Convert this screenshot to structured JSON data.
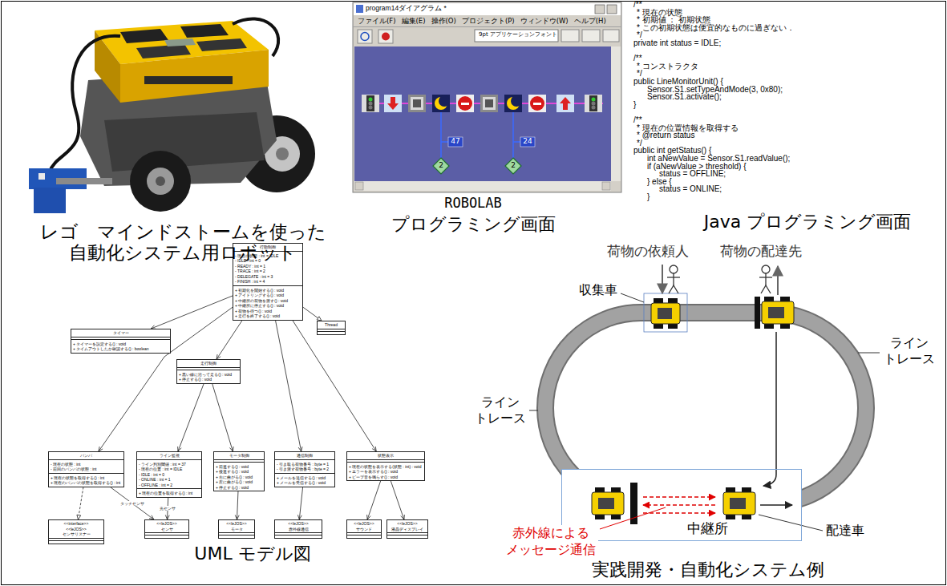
{
  "diagram": {
    "nodes": [
      {
        "text": [
          "行動制御",
          "- 現在の状態 : int = IDLE",
          "- IDLE : int = 0",
          "- READY : int = 1",
          "- TRACE : int = 2",
          "- DELEGATE : int = 3",
          "- FINISH : int = 4",
          "+ 初期化を開始する() : void",
          "+ アイドリングする() : void",
          "+ 中継所の荷物を渡す() : void",
          "+ 中継所に停止する() : void",
          "+ 荷物を待つ() : void",
          "+ 走行を終了する() : void"
        ]
      },
      {
        "text": [
          "タイマー",
          "+ タイマーを設定する() : void",
          "+ タイムアウトしたか確認する() : boolean"
        ]
      },
      {
        "text": [
          "Thread"
        ]
      },
      {
        "text": [
          "走行制御",
          "+ 黒い線に沿って走る() : void",
          "+ 停止する() : void"
        ]
      },
      {
        "text": [
          "バンパ",
          "- 現在の状態 : int",
          "- 前回のバンパの状態 : int",
          "+ 現在の状態を取得する() : int",
          "+ 現在のバンパの状態を取得する() : int"
        ]
      },
      {
        "text": [
          "ライン監視",
          "- ライン判別閾値 : int = 37",
          "- 現在の位置 : int = IDLE",
          "- IDLE : int = 0",
          "- ONLINE : int = 1",
          "- OFFLINE : int = 2",
          "+ 現在の位置を取得する() : int"
        ]
      },
      {
        "text": [
          "モータ制御",
          "+ 前進する() : void",
          "+ 後進する() : void",
          "+ 右に曲がる() : void",
          "+ 左に曲がる() : void",
          "+ 停止する() : void"
        ]
      },
      {
        "text": [
          "通信制御",
          "- 引き取る荷物番号 : byte = 1",
          "- 引き渡す荷物番号 : byte = 2",
          "+ メールを送信する() : void",
          "+ メールを受信する() : void"
        ]
      },
      {
        "text": [
          "状態表示",
          "+ 現在の状態を表示する(状態 : int) : void",
          "+ エラーを表示する() : void",
          "+ ビープ音を鳴らす() : void"
        ]
      },
      {
        "text": [
          "<<interface>>",
          "<<leJOS>>",
          "センサリスナー"
        ]
      },
      {
        "text": [
          "<<leJOS>>",
          "センサ"
        ]
      },
      {
        "text": [
          "<<leJOS>>",
          "モータ"
        ]
      },
      {
        "text": [
          "<<leJOS>>",
          "赤外線通信"
        ]
      },
      {
        "text": [
          "<<leJOS>>",
          "サウンド"
        ]
      },
      {
        "text": [
          "<<leJOS>>",
          "液晶ディスプレイ"
        ]
      },
      {
        "text": [
          "中継所"
        ]
      }
    ],
    "edges": [
      {
        "from": 0,
        "to": 1,
        "arrow": "to"
      },
      {
        "from": 0,
        "to": 2,
        "arrow": "to"
      },
      {
        "from": 0,
        "to": 3,
        "arrow": "to"
      },
      {
        "from": 0,
        "to": 4,
        "arrow": "to"
      },
      {
        "from": 0,
        "to": 7,
        "arrow": "to"
      },
      {
        "from": 0,
        "to": 8,
        "arrow": "to"
      },
      {
        "from": 3,
        "to": 5,
        "arrow": "to"
      },
      {
        "from": 3,
        "to": 6,
        "arrow": "to"
      },
      {
        "from": 5,
        "to": 10,
        "label": "光センサ",
        "arrow": "to"
      },
      {
        "from": 4,
        "to": 9,
        "arrow": "to"
      },
      {
        "from": 4,
        "to": 10,
        "label": "タッチセンサ",
        "arrow": "to"
      },
      {
        "from": 6,
        "to": 11,
        "arrow": "to"
      },
      {
        "from": 7,
        "to": 12,
        "arrow": "to"
      },
      {
        "from": 8,
        "to": 13,
        "arrow": "to"
      },
      {
        "from": 8,
        "to": 14,
        "arrow": "to"
      }
    ],
    "labels": [
      "レゴ　マインドストームを使った 自動化システム用ロボット",
      "program14ダイアグラム *",
      "ファイル(F)",
      "編集(E)",
      "操作(O)",
      "プロジェクト(P)",
      "ウィンドウ(W)",
      "ヘルプ(H)",
      "9pt アプリケーションフォント",
      "47",
      "24",
      "2",
      "2",
      "ROBOLAB",
      "プログラミング画面",
      "/**",
      "* 現在の状態",
      "* 初期値 ： 初期状態",
      "* この初期状態は便宜的なものに過ぎない．",
      "*/",
      "private int status = IDLE;",
      "/**",
      "* コンストラクタ",
      "*/",
      "public LineMonitorUnit() {",
      "Sensor.S1.setTypeAndMode(3, 0x80);",
      "Sensor.S1.activate();",
      "}",
      "/**",
      "* 現在の位置情報を取得する",
      "* @return status",
      "*/",
      "public int getStatus() {",
      "int aNewValue = Sensor.S1.readValue();",
      "if (aNewValue > threshold) {",
      "status = OFFLINE;",
      "} else {",
      "status = ONLINE;",
      "}",
      "Java プログラミング画面",
      "UML モデル図",
      "荷物の依頼人",
      "荷物の配達先",
      "収集車",
      "ライン トレース",
      "ライン トレース",
      "赤外線による メッセージ通信",
      "配達車",
      "実践開発・自動化システム例"
    ]
  }
}
